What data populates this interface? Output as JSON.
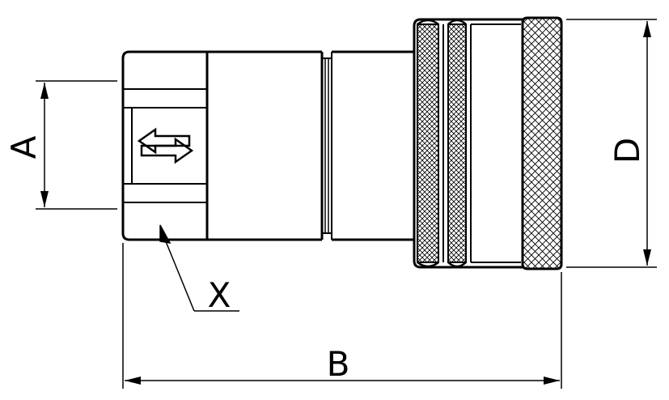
{
  "drawing": {
    "labels": {
      "a": "A",
      "b": "B",
      "d": "D",
      "x": "X"
    },
    "colors": {
      "stroke": "#000000",
      "background": "#ffffff"
    }
  }
}
